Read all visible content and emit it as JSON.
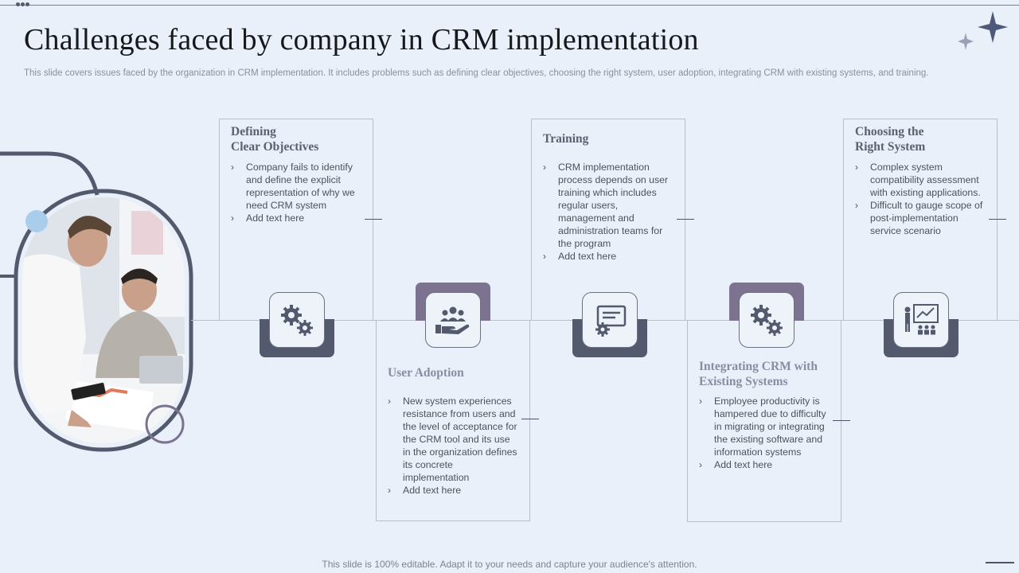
{
  "slide": {
    "title": "Challenges faced by company in CRM implementation",
    "subtitle": "This slide covers issues faced by the organization in CRM implementation. It includes problems such as defining clear objectives, choosing the right system, user adoption, integrating CRM with existing systems, and training.",
    "footer": "This slide is 100% editable. Adapt it to your needs and capture your audience's attention."
  },
  "colors": {
    "background": "#e9f0f9",
    "dark_accent": "#535a6e",
    "purple_accent": "#7c7390",
    "light_blue_dot": "#a9cdea"
  },
  "steps": [
    {
      "title_line1": "Defining",
      "title_line2": "Clear Objectives",
      "bullets": [
        "Company fails to identify and define the explicit representation of why we need CRM system",
        "Add text here"
      ],
      "icon": "gears-person-icon"
    },
    {
      "title_line1": "User Adoption",
      "title_line2": "",
      "bullets": [
        "New system experiences resistance from users and the level of acceptance for the CRM tool and its use in the organization defines its concrete implementation",
        "Add text here"
      ],
      "icon": "hand-people-icon"
    },
    {
      "title_line1": "Training",
      "title_line2": "",
      "bullets": [
        "CRM implementation process depends on user training which includes regular users, management and administration teams for the program",
        "Add text here"
      ],
      "icon": "monitor-gear-icon"
    },
    {
      "title_line1": "Integrating CRM with",
      "title_line2": "Existing Systems",
      "bullets": [
        "Employee productivity is hampered due to difficulty in migrating or integrating the existing software and information systems",
        "Add text here"
      ],
      "icon": "gears-person-icon"
    },
    {
      "title_line1": "Choosing the",
      "title_line2": "Right System",
      "bullets": [
        "Complex system compatibility assessment with existing applications.",
        "Difficult to gauge scope of post-implementation service scenario"
      ],
      "icon": "presentation-icon"
    }
  ]
}
